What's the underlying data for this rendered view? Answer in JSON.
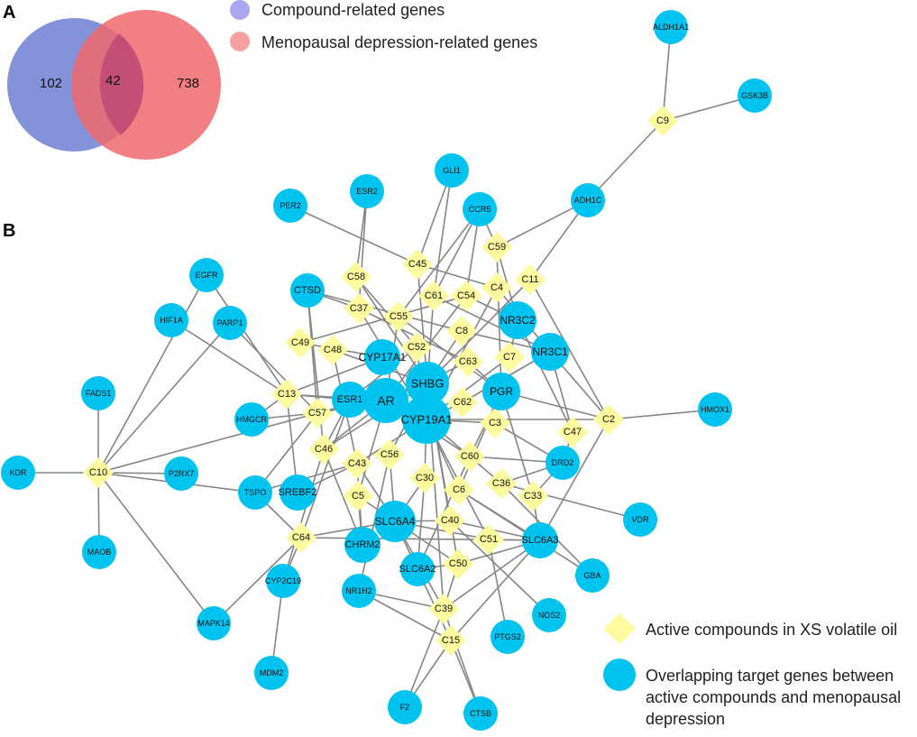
{
  "panels": {
    "a": "A",
    "b": "B"
  },
  "venn": {
    "left_count": "102",
    "overlap_count": "42",
    "right_count": "738",
    "legend": [
      {
        "label": "Compound-related genes",
        "color": "#a9a6f0"
      },
      {
        "label": "Menopausal depression-related genes",
        "color": "#f6a0a0"
      }
    ],
    "colors": {
      "left": "#6f7fd4",
      "right": "#f0696c",
      "overlap": "#c44a78"
    }
  },
  "network": {
    "colors": {
      "gene": "#00c4ef",
      "compound": "#fefa9e",
      "edge": "#858585"
    },
    "legend": {
      "compound_label": "Active compounds in XS volatile oil",
      "gene_label_lines": [
        "Overlapping target genes between",
        "active compounds and menopausal",
        "depression"
      ]
    },
    "genes": [
      "ALDH1A1",
      "GSK3B",
      "ADH1C",
      "GLI1",
      "ESR2",
      "PER2",
      "CCR5",
      "EGFR",
      "HIF1A",
      "PARP1",
      "CTSD",
      "NR3C2",
      "NR3C1",
      "CYP17A1",
      "SHBG",
      "AR",
      "CYP19A1",
      "PGR",
      "ESR1",
      "HMGCR",
      "FADS1",
      "KDR",
      "P2RX7",
      "MAOB",
      "TSPO",
      "SREBF2",
      "SLC6A4",
      "CHRM2",
      "CYP2C19",
      "SLC6A2",
      "SLC6A3",
      "DRD2",
      "VDR",
      "GBA",
      "NR1H2",
      "HMOX1",
      "MAPK14",
      "MDM2",
      "NOS2",
      "PTGS2",
      "F2",
      "CTSB"
    ],
    "compounds": [
      "C9",
      "C59",
      "C11",
      "C45",
      "C58",
      "C61",
      "C54",
      "C4",
      "C37",
      "C55",
      "C8",
      "C49",
      "C48",
      "C52",
      "C63",
      "C7",
      "C13",
      "C62",
      "C57",
      "C3",
      "C2",
      "C47",
      "C46",
      "C60",
      "C43",
      "C56",
      "C10",
      "C30",
      "C36",
      "C5",
      "C6",
      "C33",
      "C40",
      "C64",
      "C51",
      "C50",
      "C39",
      "C15"
    ],
    "edges": [
      [
        "ALDH1A1",
        "C9"
      ],
      [
        "GSK3B",
        "C9"
      ],
      [
        "C9",
        "ADH1C"
      ],
      [
        "ADH1C",
        "C59"
      ],
      [
        "ADH1C",
        "C11"
      ],
      [
        "GLI1",
        "C45"
      ],
      [
        "GLI1",
        "C61"
      ],
      [
        "ESR2",
        "C58"
      ],
      [
        "ESR2",
        "C37"
      ],
      [
        "PER2",
        "C45"
      ],
      [
        "CCR5",
        "C59"
      ],
      [
        "CCR5",
        "C61"
      ],
      [
        "CCR5",
        "C54"
      ],
      [
        "CCR5",
        "C55"
      ],
      [
        "EGFR",
        "C10"
      ],
      [
        "EGFR",
        "C13"
      ],
      [
        "HIF1A",
        "C13"
      ],
      [
        "PARP1",
        "C10"
      ],
      [
        "PARP1",
        "C57"
      ],
      [
        "FADS1",
        "C10"
      ],
      [
        "KDR",
        "C10"
      ],
      [
        "P2RX7",
        "C10"
      ],
      [
        "MAOB",
        "C10"
      ],
      [
        "MAPK14",
        "C10"
      ],
      [
        "C10",
        "TSPO"
      ],
      [
        "C10",
        "C57"
      ],
      [
        "CTSD",
        "C37"
      ],
      [
        "CTSD",
        "C57"
      ],
      [
        "CTSD",
        "C46"
      ],
      [
        "CTSD",
        "C8"
      ],
      [
        "C49",
        "CYP17A1"
      ],
      [
        "C49",
        "C54"
      ],
      [
        "C48",
        "SHBG"
      ],
      [
        "C48",
        "C43"
      ],
      [
        "C37",
        "CYP19A1"
      ],
      [
        "C37",
        "C63"
      ],
      [
        "C58",
        "C52"
      ],
      [
        "C58",
        "SHBG"
      ],
      [
        "C45",
        "SHBG"
      ],
      [
        "C45",
        "C4"
      ],
      [
        "C61",
        "NR3C1"
      ],
      [
        "C61",
        "SHBG"
      ],
      [
        "C54",
        "AR"
      ],
      [
        "C54",
        "NR3C2"
      ],
      [
        "C4",
        "CYP19A1"
      ],
      [
        "C4",
        "NR3C1"
      ],
      [
        "C11",
        "SHBG"
      ],
      [
        "C11",
        "C2"
      ],
      [
        "C59",
        "PGR"
      ],
      [
        "C59",
        "NR3C2"
      ],
      [
        "C55",
        "AR"
      ],
      [
        "C55",
        "PGR"
      ],
      [
        "C8",
        "SHBG"
      ],
      [
        "C8",
        "NR3C1"
      ],
      [
        "C52",
        "CYP19A1"
      ],
      [
        "C52",
        "ESR1"
      ],
      [
        "C63",
        "AR"
      ],
      [
        "C63",
        "PGR"
      ],
      [
        "C7",
        "NR3C2"
      ],
      [
        "C7",
        "CYP19A1"
      ],
      [
        "C13",
        "ESR1"
      ],
      [
        "C13",
        "CYP17A1"
      ],
      [
        "C13",
        "AR"
      ],
      [
        "C13",
        "SREBF2"
      ],
      [
        "C57",
        "HMGCR"
      ],
      [
        "C57",
        "AR"
      ],
      [
        "C57",
        "SHBG"
      ],
      [
        "C62",
        "CYP19A1"
      ],
      [
        "C62",
        "NR3C1"
      ],
      [
        "C3",
        "CYP19A1"
      ],
      [
        "C3",
        "PGR"
      ],
      [
        "C3",
        "DRD2"
      ],
      [
        "C2",
        "NR3C1"
      ],
      [
        "C2",
        "HMOX1"
      ],
      [
        "C2",
        "PGR"
      ],
      [
        "C2",
        "SLC6A3"
      ],
      [
        "C2",
        "CYP19A1"
      ],
      [
        "C47",
        "NR3C2"
      ],
      [
        "C47",
        "DRD2"
      ],
      [
        "C47",
        "NR3C1"
      ],
      [
        "C46",
        "AR"
      ],
      [
        "C46",
        "CHRM2"
      ],
      [
        "C46",
        "SHBG"
      ],
      [
        "C60",
        "AR"
      ],
      [
        "C60",
        "PGR"
      ],
      [
        "C60",
        "SLC6A2"
      ],
      [
        "C60",
        "DRD2"
      ],
      [
        "C43",
        "CYP19A1"
      ],
      [
        "C43",
        "SLC6A4"
      ],
      [
        "C43",
        "CHRM2"
      ],
      [
        "C43",
        "TSPO"
      ],
      [
        "C56",
        "SHBG"
      ],
      [
        "C56",
        "SLC6A4"
      ],
      [
        "C56",
        "NR1H2"
      ],
      [
        "C30",
        "SHBG"
      ],
      [
        "C30",
        "SLC6A2"
      ],
      [
        "C30",
        "SLC6A4"
      ],
      [
        "C6",
        "CYP19A1"
      ],
      [
        "C6",
        "SLC6A3"
      ],
      [
        "C6",
        "GBA"
      ],
      [
        "C6",
        "PGR"
      ],
      [
        "C36",
        "CYP19A1"
      ],
      [
        "C36",
        "DRD2"
      ],
      [
        "C36",
        "VDR"
      ],
      [
        "C36",
        "GBA"
      ],
      [
        "C5",
        "SLC6A4"
      ],
      [
        "C5",
        "AR"
      ],
      [
        "C5",
        "CHRM2"
      ],
      [
        "C33",
        "SLC6A3"
      ],
      [
        "C33",
        "DRD2"
      ],
      [
        "C33",
        "PGR"
      ],
      [
        "C40",
        "SLC6A4"
      ],
      [
        "C40",
        "SLC6A3"
      ],
      [
        "C40",
        "NOS2"
      ],
      [
        "C40",
        "SHBG"
      ],
      [
        "C64",
        "TSPO"
      ],
      [
        "C64",
        "SLC6A4"
      ],
      [
        "C64",
        "CYP2C19"
      ],
      [
        "C64",
        "MAPK14"
      ],
      [
        "C64",
        "ESR1"
      ],
      [
        "C64",
        "SLC6A3"
      ],
      [
        "C51",
        "SLC6A3"
      ],
      [
        "C51",
        "SLC6A4"
      ],
      [
        "C51",
        "PTGS2"
      ],
      [
        "C51",
        "CYP19A1"
      ],
      [
        "C50",
        "SLC6A2"
      ],
      [
        "C50",
        "SLC6A3"
      ],
      [
        "C50",
        "C39"
      ],
      [
        "C50",
        "SLC6A4"
      ],
      [
        "C50",
        "SHBG"
      ],
      [
        "C39",
        "NR1H2"
      ],
      [
        "C39",
        "SLC6A3"
      ],
      [
        "C39",
        "F2"
      ],
      [
        "C39",
        "CTSB"
      ],
      [
        "C39",
        "SHBG"
      ],
      [
        "C39",
        "SLC6A4"
      ],
      [
        "C15",
        "NR1H2"
      ],
      [
        "C15",
        "CTSB"
      ],
      [
        "C15",
        "F2"
      ],
      [
        "C15",
        "SLC6A3"
      ],
      [
        "C15",
        "SLC6A4"
      ],
      [
        "CYP2C19",
        "MDM2"
      ],
      [
        "CYP2C19",
        "C46"
      ],
      [
        "SREBF2",
        "C43"
      ],
      [
        "ESR1",
        "C46"
      ],
      [
        "HMGCR",
        "C13"
      ],
      [
        "TSPO",
        "C57"
      ]
    ]
  }
}
